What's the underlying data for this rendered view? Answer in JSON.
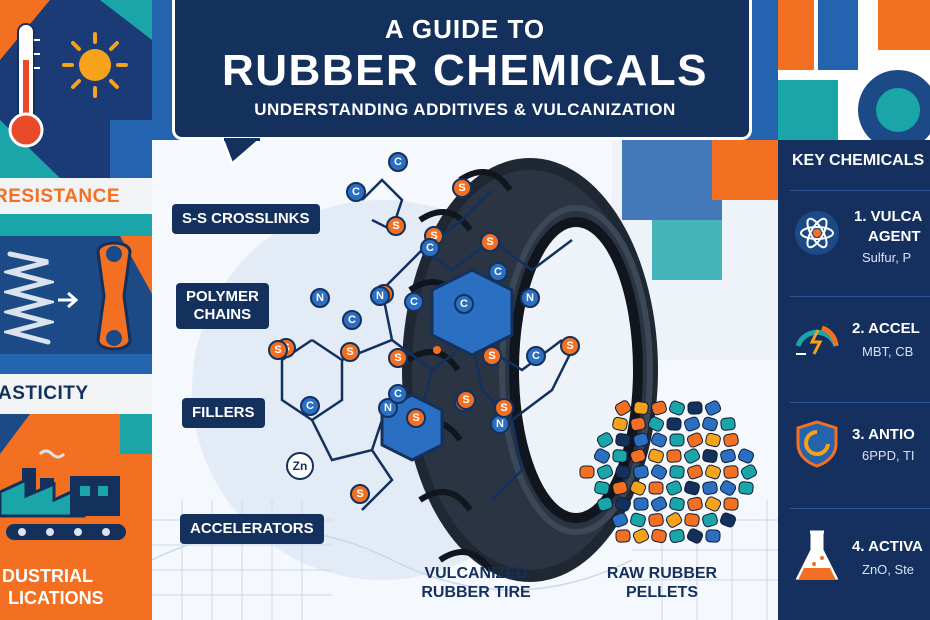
{
  "title": {
    "line1": "A GUIDE TO",
    "line2": "RUBBER CHEMICALS",
    "line3": "UNDERSTANDING ADDITIVES & VULCANIZATION"
  },
  "left_strip": {
    "resistance": "RESISTANCE",
    "elasticity": "ASTICITY",
    "industrial_line1": "DUSTRIAL",
    "industrial_line2": "LICATIONS"
  },
  "labels": {
    "crosslinks": "S-S CROSSLINKS",
    "polymer_line1": "POLYMER",
    "polymer_line2": "CHAINS",
    "fillers": "FILLERS",
    "accelerators": "ACCELERATORS"
  },
  "captions": {
    "tire_line1": "VULCANIZED",
    "tire_line2": "RUBBER TIRE",
    "pellets_line1": "RAW RUBBER",
    "pellets_line2": "PELLETS"
  },
  "atoms": {
    "C": "C",
    "S": "S",
    "N": "N",
    "Zn": "Zn"
  },
  "key_chemicals": {
    "title": "KEY CHEMICALS",
    "items": [
      {
        "name": "1. VULCA",
        "name2": "AGENT",
        "sub": "Sulfur, P",
        "icon": "atom-icon"
      },
      {
        "name": "2. ACCEL",
        "name2": "",
        "sub": "MBT, CB",
        "icon": "gauge-icon"
      },
      {
        "name": "3. ANTIO",
        "name2": "",
        "sub": "6PPD, TI",
        "icon": "shield-icon"
      },
      {
        "name": "4. ACTIVA",
        "name2": "",
        "sub": "ZnO, Ste",
        "icon": "flask-icon"
      }
    ]
  },
  "colors": {
    "navy": "#14305d",
    "blue": "#2463ad",
    "orange": "#f36f21",
    "teal": "#1aa5a9",
    "atom_blue": "#2b6fc2"
  }
}
